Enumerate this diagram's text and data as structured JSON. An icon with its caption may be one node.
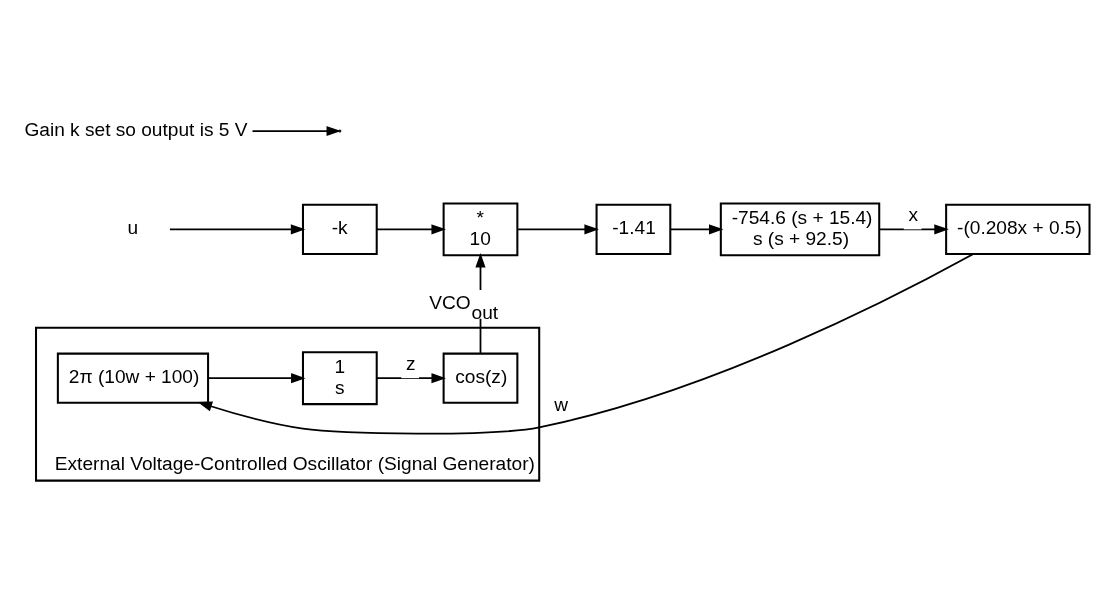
{
  "diagram": {
    "nodes": [
      {
        "text": [
          "u"
        ]
      },
      {
        "text": [
          "-k"
        ]
      },
      {
        "text": [
          "*",
          "10"
        ]
      },
      {
        "text": [
          "-1.41"
        ]
      },
      {
        "text": [
          "-754.6 (s + 15.4)",
          "s (s + 92.5)"
        ]
      },
      {
        "text": [
          "-(0.208x + 0.5)"
        ]
      },
      {
        "text": [
          "External Voltage-Controlled Oscillator (Signal Generator)"
        ]
      },
      {
        "text": [
          "2π (10w + 100)"
        ],
        "in": 6
      },
      {
        "text": [
          "1",
          "s"
        ],
        "in": 6
      },
      {
        "text": [
          "cos(z)"
        ],
        "in": 6
      },
      {
        "text": [
          "Gain k set so output is 5 V"
        ]
      }
    ],
    "edges": [
      {
        "from": 0,
        "to": 1,
        "arrow": "to"
      },
      {
        "from": 1,
        "to": 2,
        "arrow": "to"
      },
      {
        "from": 2,
        "to": 3,
        "arrow": "to"
      },
      {
        "from": 3,
        "to": 4,
        "arrow": "to"
      },
      {
        "from": 4,
        "to": 5,
        "arrow": "to",
        "label": "x"
      },
      {
        "from": 5,
        "to": 7,
        "arrow": "to",
        "label": "w"
      },
      {
        "from": 7,
        "to": 8,
        "arrow": "to"
      },
      {
        "from": 8,
        "to": 9,
        "arrow": "to",
        "label": "z"
      },
      {
        "from": 9,
        "to": 2,
        "arrow": "to",
        "label": "VCO$_{out}$"
      },
      {
        "from": 10,
        "to": null,
        "arrow": "to"
      }
    ]
  }
}
